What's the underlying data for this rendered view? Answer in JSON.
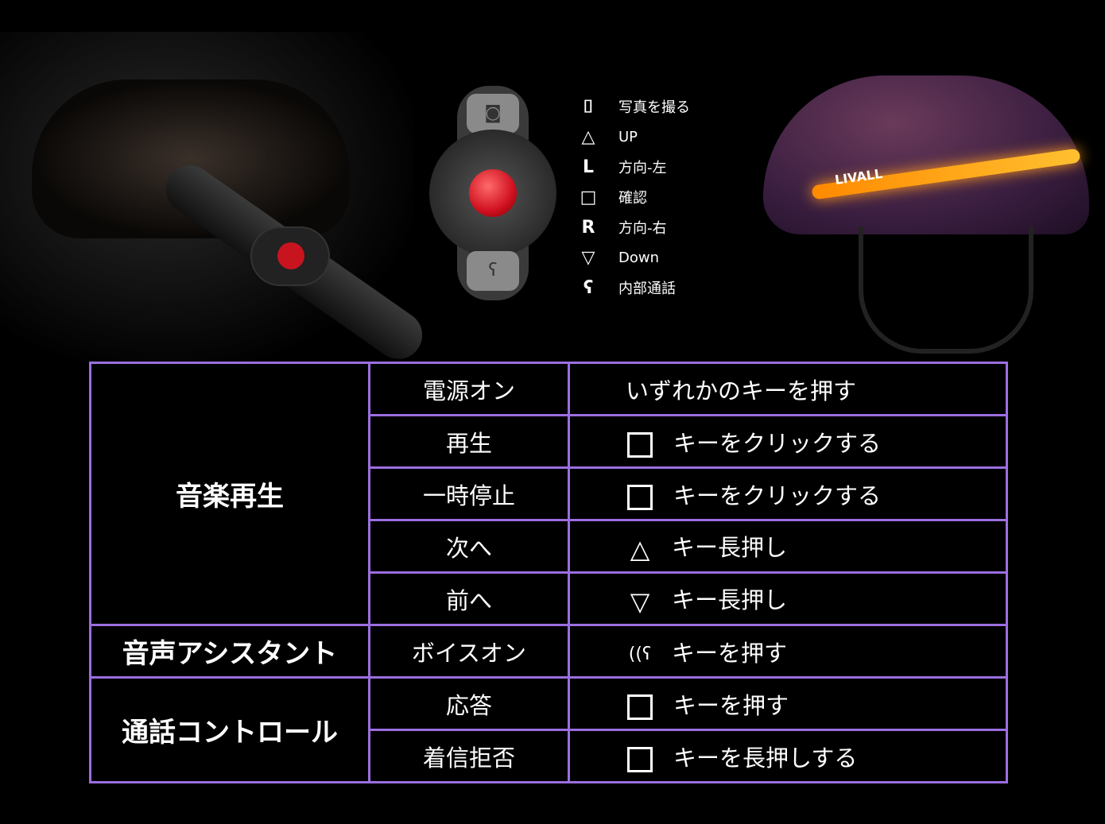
{
  "images": {
    "helmet_brand": "LIVALL"
  },
  "legend": [
    {
      "icon": "camera-icon",
      "glyph": "📷",
      "label": "写真を撮る"
    },
    {
      "icon": "triangle-up-icon",
      "glyph": "△",
      "label": "UP"
    },
    {
      "icon": "letter-l-icon",
      "glyph": "L",
      "label": "方向-左"
    },
    {
      "icon": "square-icon",
      "glyph": "□",
      "label": "確認"
    },
    {
      "icon": "letter-r-icon",
      "glyph": "R",
      "label": "方向-右"
    },
    {
      "icon": "triangle-down-icon",
      "glyph": "▽",
      "label": "Down"
    },
    {
      "icon": "voice-icon",
      "glyph": "ʕ",
      "label": "内部通話"
    }
  ],
  "table": {
    "categories": [
      "音楽再生",
      "音声アシスタント",
      "通話コントロール"
    ],
    "rows": [
      {
        "action": "電源オン",
        "icon": "none",
        "desc": "いずれかのキーを押す"
      },
      {
        "action": "再生",
        "icon": "square",
        "desc": "キーをクリックする"
      },
      {
        "action": "一時停止",
        "icon": "square",
        "desc": "キーをクリックする"
      },
      {
        "action": "次へ",
        "icon": "triangle-up",
        "glyph": "△",
        "desc": "キー長押し"
      },
      {
        "action": "前へ",
        "icon": "triangle-down",
        "glyph": "▽",
        "desc": "キー長押し"
      },
      {
        "action": "ボイスオン",
        "icon": "voice",
        "glyph": "((ʕ",
        "desc": "キーを押す"
      },
      {
        "action": "応答",
        "icon": "square",
        "desc": "キーを押す"
      },
      {
        "action": "着信拒否",
        "icon": "square",
        "desc": "キーを長押しする"
      }
    ]
  },
  "colors": {
    "border": "#9b6ee0",
    "button_red": "#d01020",
    "helmet_light": "#ffa020"
  }
}
